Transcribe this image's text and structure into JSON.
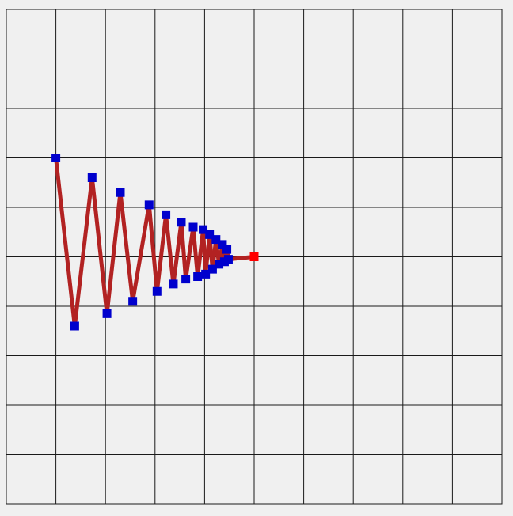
{
  "colors": {
    "background": "#f0f0f0",
    "grid": "#1a1a1a",
    "path_line": "#b22222",
    "waypoint": "#0000cd",
    "target": "#ff0000"
  },
  "grid": {
    "rows": 10,
    "cols": 10
  },
  "trajectory": {
    "points": [
      [
        1.0,
        3.0
      ],
      [
        1.38,
        6.4
      ],
      [
        1.73,
        3.4
      ],
      [
        2.03,
        6.15
      ],
      [
        2.3,
        3.7
      ],
      [
        2.55,
        5.9
      ],
      [
        2.88,
        3.95
      ],
      [
        3.04,
        5.7
      ],
      [
        3.22,
        4.15
      ],
      [
        3.37,
        5.55
      ],
      [
        3.53,
        4.3
      ],
      [
        3.62,
        5.45
      ],
      [
        3.77,
        4.4
      ],
      [
        3.86,
        5.4
      ],
      [
        3.97,
        4.45
      ],
      [
        4.02,
        5.35
      ],
      [
        4.1,
        4.55
      ],
      [
        4.16,
        5.25
      ],
      [
        4.23,
        4.65
      ],
      [
        4.29,
        5.15
      ],
      [
        4.36,
        4.75
      ],
      [
        4.4,
        5.1
      ],
      [
        4.45,
        4.85
      ],
      [
        4.48,
        5.05
      ]
    ],
    "target": [
      5.0,
      5.0
    ]
  }
}
